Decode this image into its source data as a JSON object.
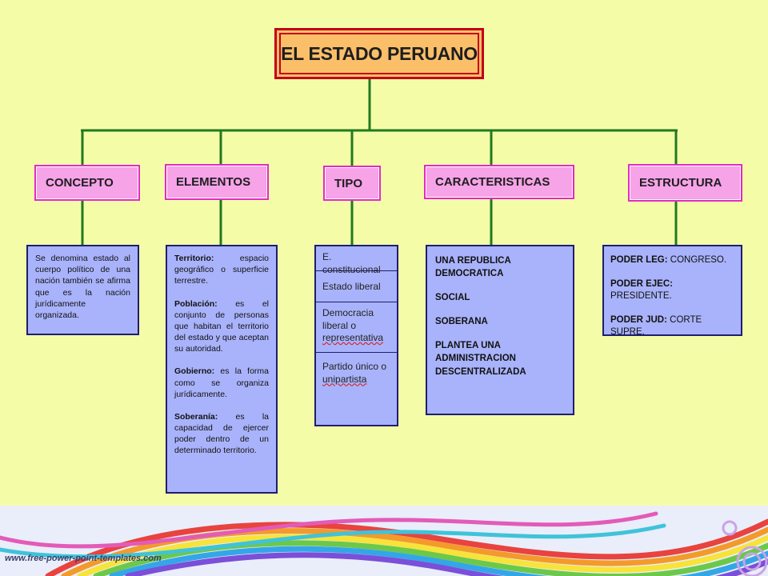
{
  "title": "EL ESTADO PERUANO",
  "categories": {
    "concepto": "CONCEPTO",
    "elementos": "ELEMENTOS",
    "tipo": "TIPO",
    "caracteristicas": "CARACTERISTICAS",
    "estructura": "ESTRUCTURA"
  },
  "concepto_text": "Se denomina estado al cuerpo político de una nación también se afirma que es la nación jurídicamente organizada.",
  "elementos": [
    {
      "term": "Territorio:",
      "desc": " espacio geográfico o superficie terrestre."
    },
    {
      "term": "Población:",
      "desc": " es el conjunto de personas que habitan el territorio del estado y que aceptan su autoridad."
    },
    {
      "term": "Gobierno:",
      "desc": " es la forma como se organiza jurídicamente."
    },
    {
      "term": "Soberanía:",
      "desc": " es la capacidad de ejercer poder dentro de un determinado territorio."
    }
  ],
  "tipos": {
    "t1": "E. constitucional",
    "t2": "Estado liberal",
    "t3a": " Democracia liberal o ",
    "t3b": "representativa",
    "t4a": "Partido único o ",
    "t4b": "unipartista"
  },
  "caracteristicas": [
    "UNA REPUBLICA DEMOCRATICA",
    "SOCIAL",
    "SOBERANA",
    "PLANTEA UNA ADMINISTRACION DESCENTRALIZADA"
  ],
  "estructura": [
    {
      "term": "PODER LEG:",
      "value": " CONGRESO."
    },
    {
      "term": "PODER EJEC:",
      "value": " PRESIDENTE."
    },
    {
      "term": "PODER JUD:",
      "value": " CORTE SUPRE."
    }
  ],
  "footer_url": "www.free-power-point-templates.com",
  "colors": {
    "background": "#f5fca8",
    "connector": "#1f7a1f",
    "title_fill": "#fbbf6a",
    "title_border": "#c2001a",
    "category_fill": "#f6a3e8",
    "category_border": "#e22ac6",
    "panel_fill": "#a9b3fb",
    "panel_border": "#1e1e70"
  }
}
